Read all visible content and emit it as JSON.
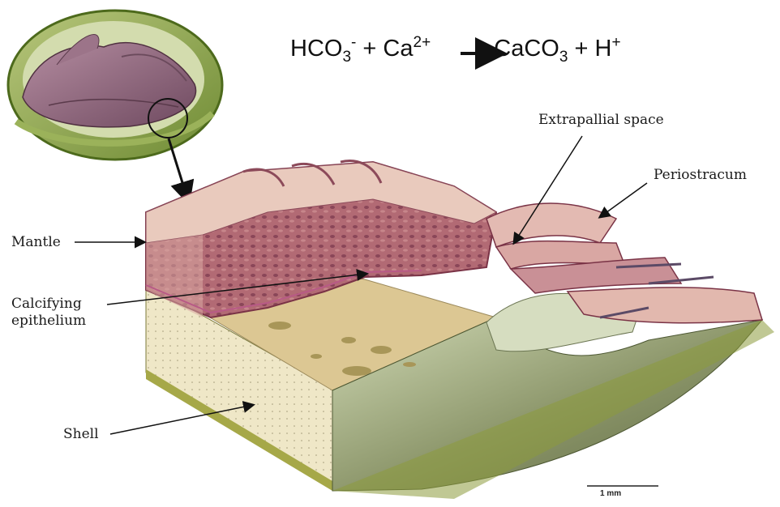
{
  "equation": {
    "r1_base": "HCO",
    "r1_sub": "3",
    "r1_sup": "-",
    "plus1": "+",
    "r2_base": "Ca",
    "r2_sup": "2+",
    "p1_base": "CaCO",
    "p1_sub": "3",
    "plus2": "+",
    "p2_base": "H",
    "p2_sup": "+"
  },
  "labels": {
    "mantle": "Mantle",
    "calcifying_line1": "Calcifying",
    "calcifying_line2": "epithelium",
    "shell": "Shell",
    "extrapallial": "Extrapallial space",
    "periostracum": "Periostracum"
  },
  "scale_bar": {
    "label": "1 mm"
  },
  "colors": {
    "mantle_tissue": "#b46a78",
    "mantle_top": "#e8c8bf",
    "shell_block": "#efe7c7",
    "shell_edge": "#9a9a3a",
    "nacre_curve": "#6f7a52",
    "periostracum": "#c98f93",
    "clam_shell": "#8ea552",
    "clam_body": "#8c6479"
  }
}
